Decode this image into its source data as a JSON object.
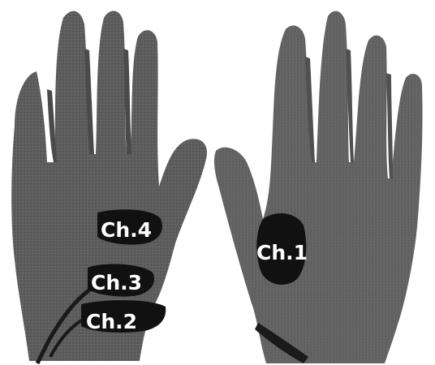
{
  "labels": {
    "ch1": "Ch.1",
    "ch2": "Ch.2",
    "ch3": "Ch.3",
    "ch4": "Ch.4"
  },
  "colors": {
    "background": "#ffffff",
    "glove_left": "#5e5e5e",
    "glove_right": "#626262",
    "finger_shadow": "#4d4d4d",
    "electrode": "#111111",
    "cable": "#1a1a1a",
    "label_text": "#ffffff"
  }
}
